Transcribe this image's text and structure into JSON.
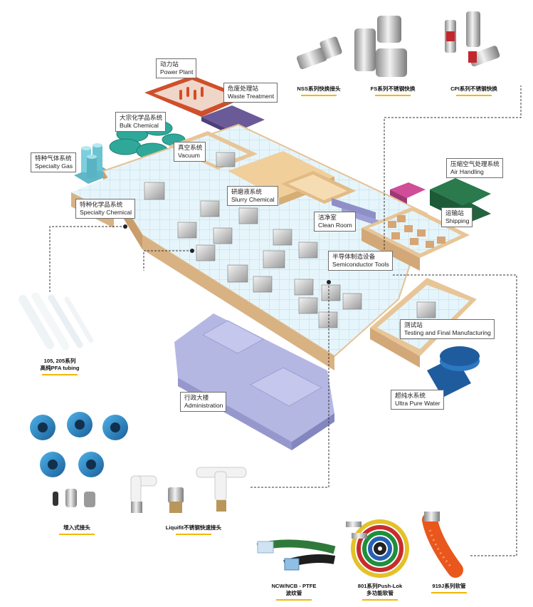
{
  "colors": {
    "floor_tile": "#dff2fa",
    "wall": "#e8c597",
    "wall_shade": "#c99d6c",
    "admin": "#b4b6e2",
    "power_plant": "#d0502a",
    "waste": "#6f5d99",
    "bulk_chemical": "#2fa89a",
    "specialty_gas": "#6fc3cf",
    "air_handling": "#1f5f3b",
    "ultra_pure_water": "#1f5c9e",
    "caption_underline": "#f2b705",
    "leader_line": "#333333"
  },
  "areas": {
    "power_plant": {
      "cn": "动力站",
      "en": "Power Plant"
    },
    "waste_treatment": {
      "cn": "危废处理站",
      "en": "Waste Treatment"
    },
    "bulk_chemical": {
      "cn": "大宗化学品系统",
      "en": "Bulk Chemical"
    },
    "vacuum": {
      "cn": "真空系统",
      "en": "Vacuum"
    },
    "specialty_gas": {
      "cn": "特种气体系统",
      "en": "Specialty Gas"
    },
    "specialty_chemical": {
      "cn": "特种化学品系统",
      "en": "Specialty Chemical"
    },
    "slurry_chemical": {
      "cn": "研磨液系统",
      "en": "Slurry Chemical"
    },
    "clean_room": {
      "cn": "洁净室",
      "en": "Clean Room"
    },
    "air_handling": {
      "cn": "压缩空气处理系统",
      "en": "Air Handling"
    },
    "shipping": {
      "cn": "运输站",
      "en": "Shipping"
    },
    "semiconductor_tools": {
      "cn": "半导体制造设备",
      "en": "Semiconductor Tools"
    },
    "testing": {
      "cn": "测试站",
      "en": "Testing and Final Manufacturing"
    },
    "administration": {
      "cn": "行政大楼",
      "en": "Administration"
    },
    "ultra_pure_water": {
      "cn": "超纯水系统",
      "en": "Ultra Pure Water"
    }
  },
  "products": {
    "nss": "NSS系列快换接头",
    "fs": "FS系列不锈钢快换",
    "cpi": "CPI系列不锈钢快换",
    "pfa": {
      "line1": "105, 205系列",
      "line2": "高纯PFA tubing"
    },
    "embedded": "埋入式接头",
    "liquiin": "Liquifit不锈钢快速接头",
    "ptfe": {
      "line1": "NCW/NCB - PTFE",
      "line2": "波纹管"
    },
    "pushlok": {
      "line1": "801系列Push-Lok",
      "line2": "多功能软管"
    },
    "series919": "919J系列软管"
  }
}
